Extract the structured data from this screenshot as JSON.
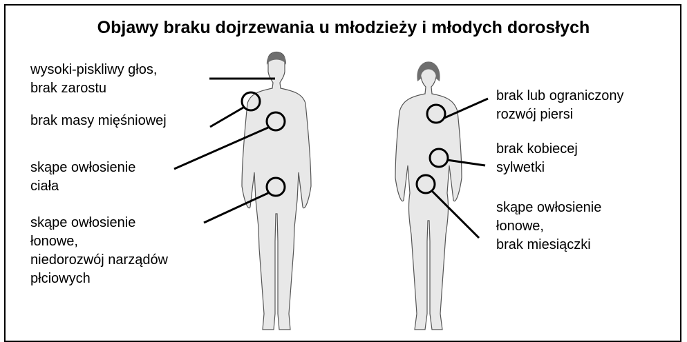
{
  "title": "Objawy braku dojrzewania u młodzieży i młodych dorosłych",
  "male": {
    "voice": "wysoki-piskliwy głos,\nbrak zarostu",
    "muscle": "brak masy mięśniowej",
    "body_hair": "skąpe owłosienie\nciała",
    "pubic": "skąpe owłosienie\nłonowe,\nniedorozwój narządów\npłciowych"
  },
  "female": {
    "breast": "brak lub ograniczony\nrozwój piersi",
    "figure": "brak kobiecej\nsylwetki",
    "pubic": "skąpe owłosienie\nłonowe,\nbrak miesiączki"
  },
  "colors": {
    "figure_fill": "#e8e8e8",
    "figure_stroke": "#555555",
    "hair": "#6e6e6e",
    "line": "#000000"
  }
}
